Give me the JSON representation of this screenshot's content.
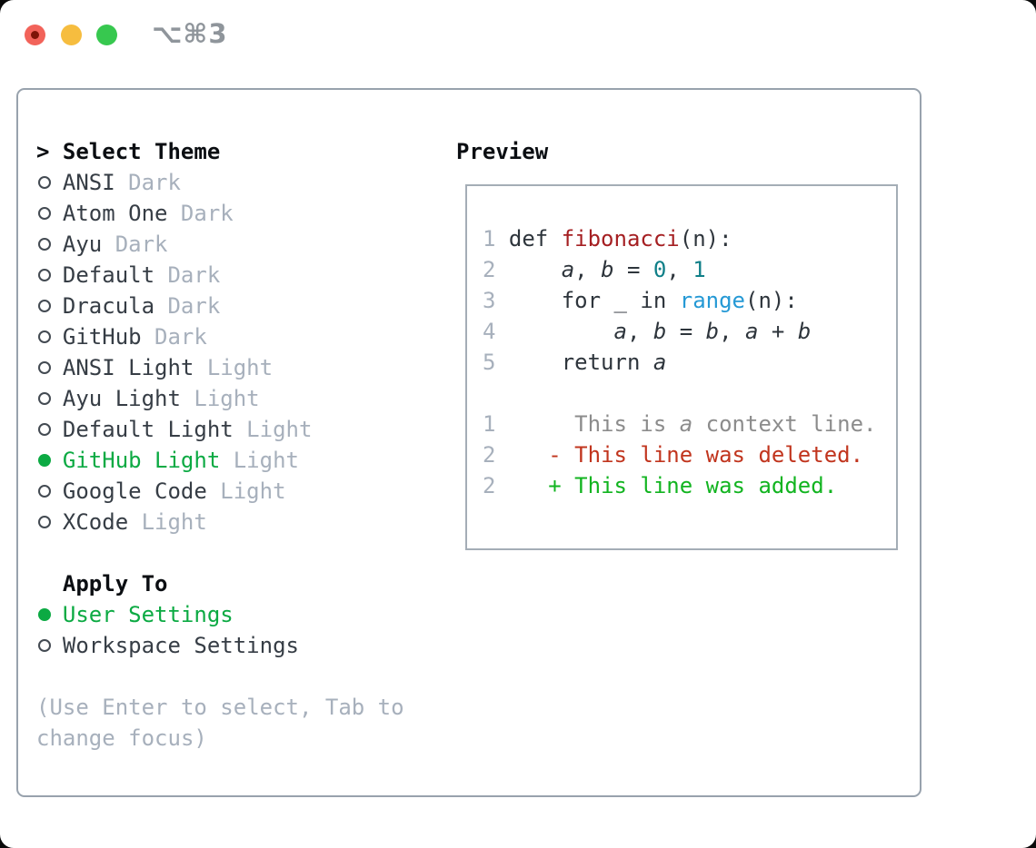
{
  "window": {
    "shortcut": "⌥⌘3",
    "traffic_lights": [
      "close",
      "minimize",
      "zoom"
    ]
  },
  "colors": {
    "selected_green": "#0caa43",
    "added_green": "#12b420",
    "deleted_red": "#c1351e",
    "function_red": "#a51f22",
    "number_teal": "#0f7f88",
    "builtin_blue": "#2599d5",
    "muted_gray": "#a7b0bc",
    "panel_border": "#98a2ad",
    "traffic_close": "#f2635a",
    "traffic_minimize": "#f6bd3f",
    "traffic_zoom": "#37c84f"
  },
  "left": {
    "caret": ">",
    "title": "Select Theme",
    "themes": [
      {
        "name": "ANSI",
        "tag": "Dark",
        "selected": false
      },
      {
        "name": "Atom One",
        "tag": "Dark",
        "selected": false
      },
      {
        "name": "Ayu",
        "tag": "Dark",
        "selected": false
      },
      {
        "name": "Default",
        "tag": "Dark",
        "selected": false
      },
      {
        "name": "Dracula",
        "tag": "Dark",
        "selected": false
      },
      {
        "name": "GitHub",
        "tag": "Dark",
        "selected": false
      },
      {
        "name": "ANSI Light",
        "tag": "Light",
        "selected": false
      },
      {
        "name": "Ayu Light",
        "tag": "Light",
        "selected": false
      },
      {
        "name": "Default Light",
        "tag": "Light",
        "selected": false
      },
      {
        "name": "GitHub Light",
        "tag": "Light",
        "selected": true
      },
      {
        "name": "Google Code",
        "tag": "Light",
        "selected": false
      },
      {
        "name": "XCode",
        "tag": "Light",
        "selected": false
      }
    ],
    "apply_title": "Apply To",
    "apply_options": [
      {
        "name": "User Settings",
        "selected": true
      },
      {
        "name": "Workspace Settings",
        "selected": false
      }
    ],
    "hint_lines": [
      "(Use Enter to select, Tab to",
      "change focus)"
    ]
  },
  "preview": {
    "title": "Preview",
    "code_lines": [
      [
        {
          "t": "1 ",
          "c": "ln"
        },
        {
          "t": "def ",
          "c": "pl"
        },
        {
          "t": "fibonacci",
          "c": "fn"
        },
        {
          "t": "(n):",
          "c": "pl"
        }
      ],
      [
        {
          "t": "2 ",
          "c": "ln"
        },
        {
          "t": "    ",
          "c": "pl"
        },
        {
          "t": "a",
          "c": "pl vr"
        },
        {
          "t": ", ",
          "c": "pl"
        },
        {
          "t": "b",
          "c": "pl vr"
        },
        {
          "t": " = ",
          "c": "pl"
        },
        {
          "t": "0",
          "c": "nm"
        },
        {
          "t": ", ",
          "c": "pl"
        },
        {
          "t": "1",
          "c": "nm"
        }
      ],
      [
        {
          "t": "3 ",
          "c": "ln"
        },
        {
          "t": "    for _ in ",
          "c": "pl"
        },
        {
          "t": "range",
          "c": "bi"
        },
        {
          "t": "(n):",
          "c": "pl"
        }
      ],
      [
        {
          "t": "4 ",
          "c": "ln"
        },
        {
          "t": "        ",
          "c": "pl"
        },
        {
          "t": "a",
          "c": "pl vr"
        },
        {
          "t": ", ",
          "c": "pl"
        },
        {
          "t": "b",
          "c": "pl vr"
        },
        {
          "t": " = ",
          "c": "pl"
        },
        {
          "t": "b",
          "c": "pl vr"
        },
        {
          "t": ", ",
          "c": "pl"
        },
        {
          "t": "a",
          "c": "pl vr"
        },
        {
          "t": " + ",
          "c": "pl"
        },
        {
          "t": "b",
          "c": "pl vr"
        }
      ],
      [
        {
          "t": "5 ",
          "c": "ln"
        },
        {
          "t": "    return ",
          "c": "pl"
        },
        {
          "t": "a",
          "c": "pl vr"
        }
      ],
      [],
      [
        {
          "t": "1 ",
          "c": "ln"
        },
        {
          "t": "     This is ",
          "c": "ctx"
        },
        {
          "t": "a",
          "c": "ctx vr"
        },
        {
          "t": " context line.",
          "c": "ctx"
        }
      ],
      [
        {
          "t": "2 ",
          "c": "ln"
        },
        {
          "t": "   ",
          "c": "pl"
        },
        {
          "t": "- This line was deleted.",
          "c": "del"
        }
      ],
      [
        {
          "t": "2 ",
          "c": "ln"
        },
        {
          "t": "   ",
          "c": "pl"
        },
        {
          "t": "+ This line was added.",
          "c": "add"
        }
      ]
    ]
  }
}
